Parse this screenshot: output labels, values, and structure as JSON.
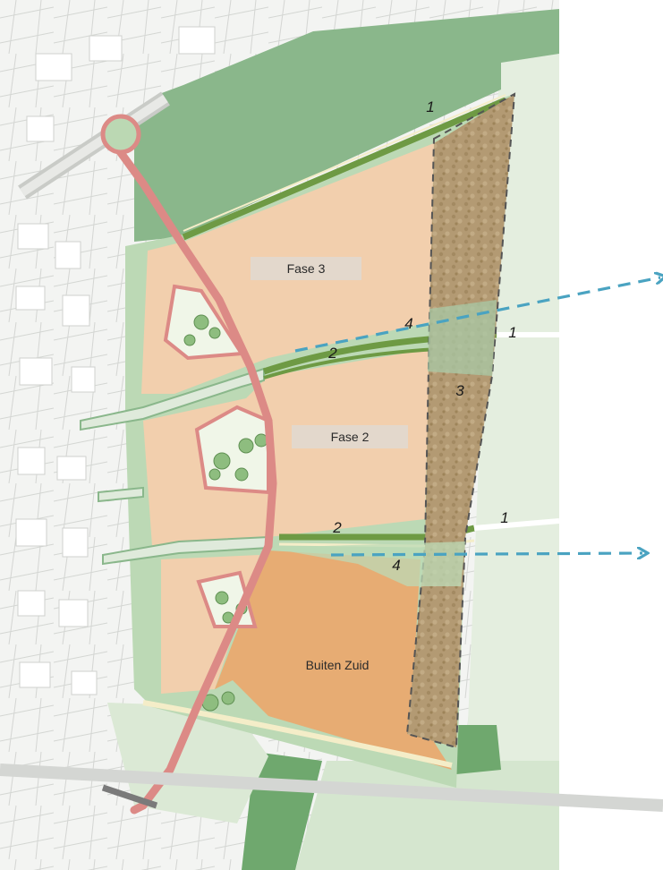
{
  "phases": {
    "fase3": "Fase 3",
    "fase2": "Fase 2",
    "buiten_zuid": "Buiten Zuid"
  },
  "markers": {
    "m1_top": "1",
    "m1_mid": "1",
    "m1_low": "1",
    "m2_mid": "2",
    "m2_low": "2",
    "m3": "3",
    "m4_mid": "4",
    "m4_low": "4"
  },
  "colors": {
    "plot": "#f2cfad",
    "plot_south": "#e7ac73",
    "forest": "#8ab78b",
    "meadow": "#dfeadb",
    "green_strip": "#6e9a44",
    "road": "#dc8a86",
    "wooded_zone": "#b39a73",
    "arrow": "#4aa3c1"
  },
  "icons": {
    "arrow": "dashed-arrow-icon",
    "tree": "tree-icon"
  }
}
